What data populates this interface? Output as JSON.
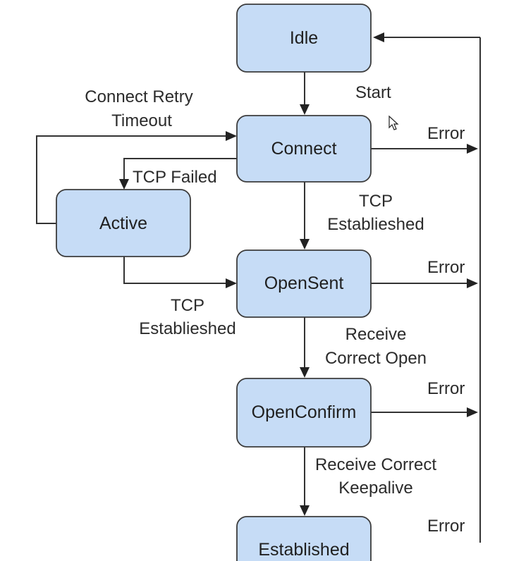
{
  "states": {
    "idle": "Idle",
    "connect": "Connect",
    "active": "Active",
    "opensent": "OpenSent",
    "openconfirm": "OpenConfirm",
    "established": "Established"
  },
  "transitions": {
    "start": "Start",
    "connect_retry_line1": "Connect Retry",
    "connect_retry_line2": "Timeout",
    "tcp_failed": "TCP Failed",
    "tcp_est_right_line1": "TCP",
    "tcp_est_right_line2": "Establieshed",
    "tcp_est_left_line1": "TCP",
    "tcp_est_left_line2": "Establieshed",
    "receive_open_line1": "Receive",
    "receive_open_line2": "Correct Open",
    "receive_keepalive_line1": "Receive Correct",
    "receive_keepalive_line2": "Keepalive",
    "error_1": "Error",
    "error_2": "Error",
    "error_3": "Error",
    "error_4": "Error"
  },
  "colors": {
    "state_fill": "#c6dcf6",
    "state_border": "#3c3c3c",
    "line": "#333333"
  },
  "icons": [
    "mouse-cursor-icon"
  ]
}
